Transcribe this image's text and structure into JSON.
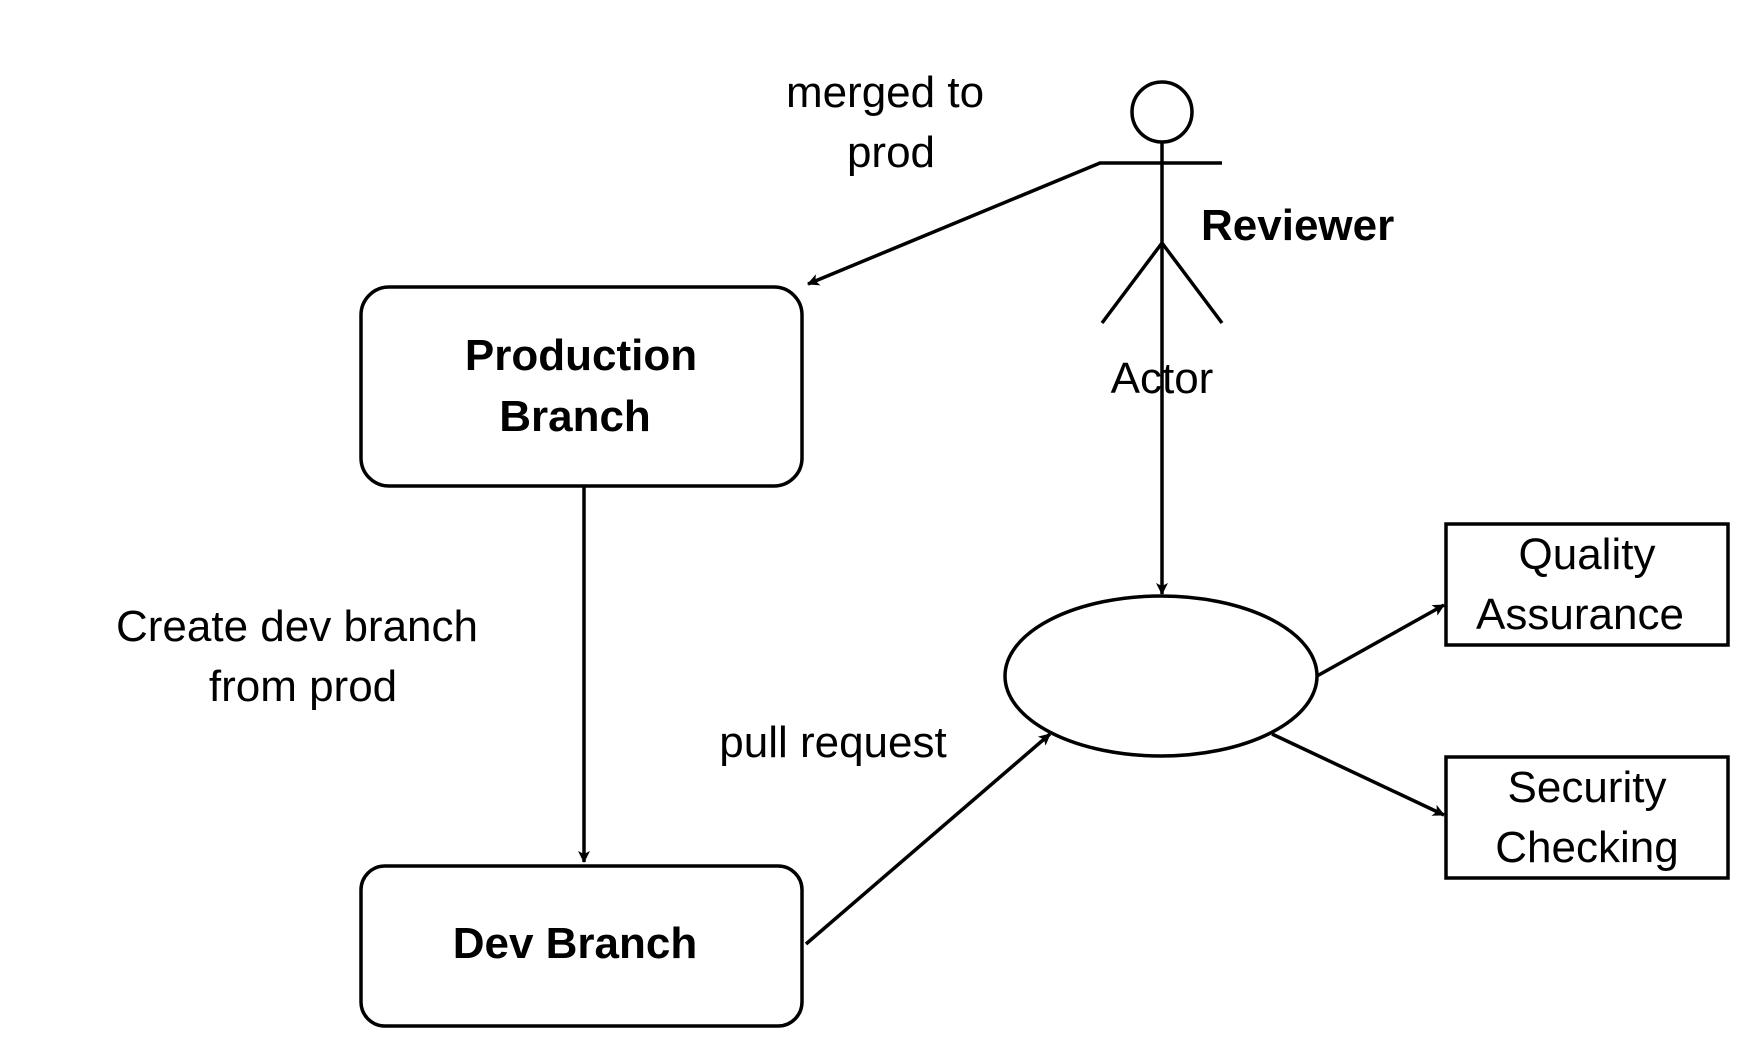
{
  "diagram": {
    "nodes": {
      "production_branch": {
        "lines": [
          "Production",
          "Branch"
        ]
      },
      "dev_branch": {
        "lines": [
          "Dev Branch"
        ]
      },
      "review_process": {
        "lines": []
      },
      "quality_assurance": {
        "lines": [
          "Quality",
          "Assurance"
        ]
      },
      "security_checking": {
        "lines": [
          "Security",
          "Checking"
        ]
      },
      "reviewer": {
        "name": "Reviewer",
        "caption": "Actor"
      }
    },
    "edges": {
      "merged_to_prod": {
        "lines": [
          "merged to",
          "prod"
        ]
      },
      "create_dev_branch": {
        "lines": [
          "Create dev branch",
          "from prod"
        ]
      },
      "pull_request": {
        "lines": [
          "pull request"
        ]
      }
    }
  }
}
